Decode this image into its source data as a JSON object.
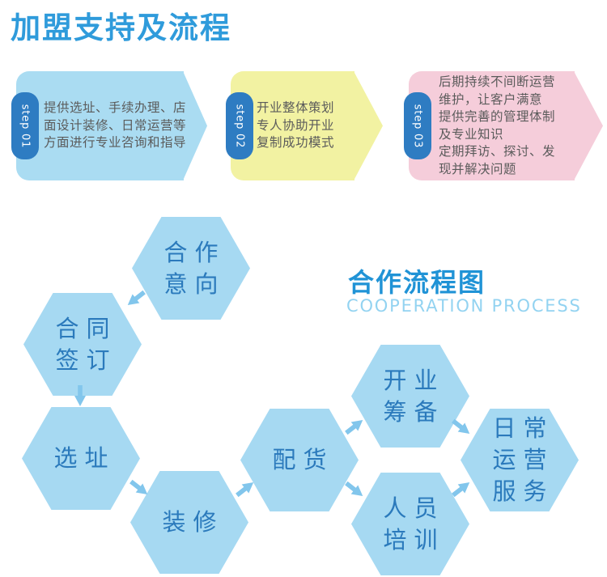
{
  "page": {
    "title": "加盟支持及流程"
  },
  "steps": [
    {
      "badge": "step 01",
      "lines": [
        "提供选址、手续办理、店",
        "面设计装修、日常运营等",
        "方面进行专业咨询和指导"
      ],
      "fill": "#aadcf2"
    },
    {
      "badge": "step 02",
      "lines": [
        "开业整体策划",
        "专人协助开业",
        "复制成功模式"
      ],
      "fill": "#f2f2a2"
    },
    {
      "badge": "step 03",
      "lines": [
        "后期持续不间断运营",
        "维护，让客户满意",
        "提供完善的管理体制",
        "及专业知识",
        "定期拜访、探讨、发",
        "现并解决问题"
      ],
      "fill": "#f5cdda"
    }
  ],
  "flow": {
    "title_cn": "合作流程图",
    "title_en": "COOPERATION PROCESS",
    "nodes": [
      {
        "id": "cooperation-intent",
        "lines": [
          "合作",
          "意向"
        ]
      },
      {
        "id": "contract-signing",
        "lines": [
          "合同",
          "签订"
        ]
      },
      {
        "id": "site-selection",
        "lines": [
          "选址"
        ]
      },
      {
        "id": "renovation",
        "lines": [
          "装修"
        ]
      },
      {
        "id": "goods-distribution",
        "lines": [
          "配货"
        ]
      },
      {
        "id": "opening-preparation",
        "lines": [
          "开业",
          "筹备"
        ]
      },
      {
        "id": "staff-training",
        "lines": [
          "人员",
          "培训"
        ]
      },
      {
        "id": "daily-operation-service",
        "lines": [
          "日常",
          "运营",
          "服务"
        ]
      }
    ]
  },
  "colors": {
    "title_blue": "#2f9bdb",
    "step1_fill": "#aadcf2",
    "step2_fill": "#f2f2a2",
    "step3_fill": "#f5cdda",
    "badge_blue": "#2e7cc2",
    "step_text_gray": "#5b5b5b",
    "hex_fill": "#a6d9f2",
    "hex_text_blue": "#2b7abc",
    "arrow_blue": "#82c6ec",
    "flow_title_cn_blue": "#2093d6",
    "flow_title_en_blue": "#93d3f1"
  }
}
